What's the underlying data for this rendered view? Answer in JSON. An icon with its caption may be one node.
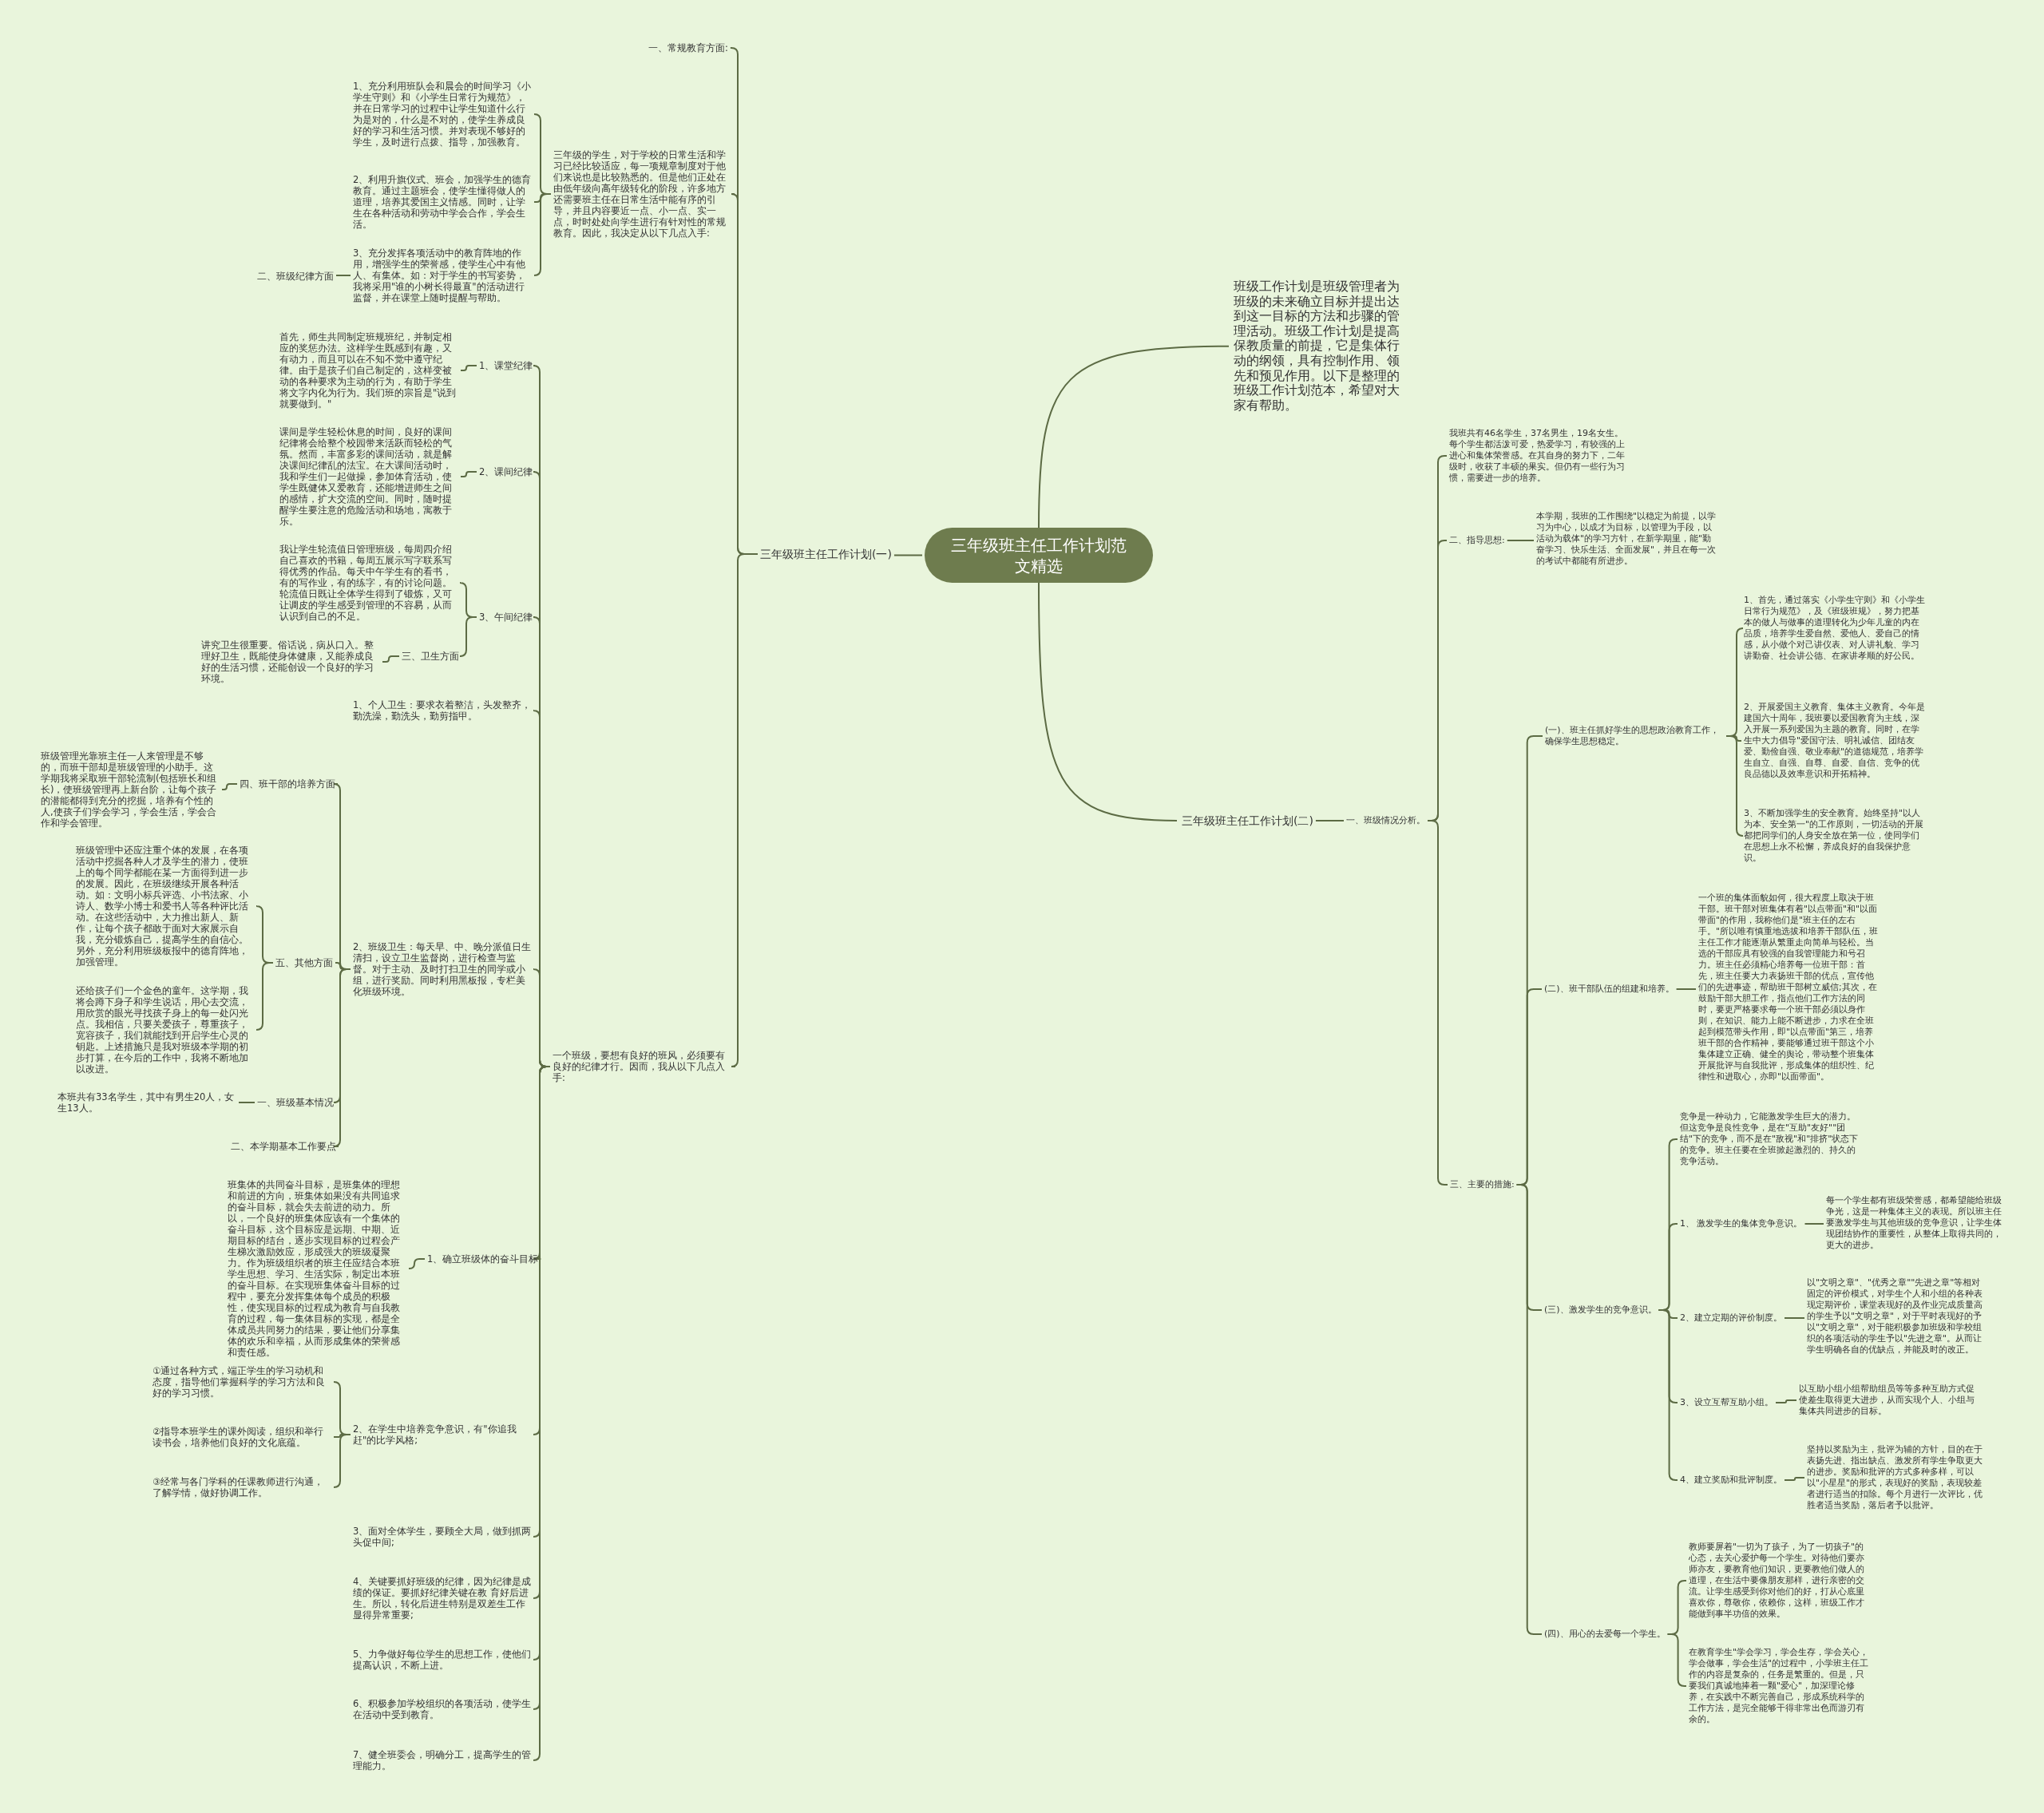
{
  "diagram": {
    "nodes": [
      {
        "text": [
          "三年级班主任工作计划范文精选"
        ]
      },
      {
        "text": [
          "三年级班主任工作计划(一)"
        ]
      },
      {
        "text": [
          "一、常规教育方面:"
        ]
      },
      {
        "text": [
          "三年级的学生，对于学校的日常生活和学习已经比较适应，每一项规章制度对于他们来说也是比较熟悉的。但是他们正处在由低年级向高年级转化的阶段，许多地方还需要班主任在日常生活中能有序的引导，并且内容要近一点、小一点、实一点，时时处处向学生进行有针对性的常规教育。因此，我决定从以下几点入手:"
        ]
      },
      {
        "text": [
          "1、充分利用班队会和晨会的时间学习《小学生守则》和《小学生日常行为规范》，并在日常学习的过程中让学生知道什么行为是对的，什么是不对的，使学生养成良好的学习和生活习惯。并对表现不够好的学生，及时进行点拨、指导，加强教育。"
        ]
      },
      {
        "text": [
          "2、利用升旗仪式、班会，加强学生的德育教育。通过主题班会，使学生懂得做人的道理，培养其爱国主义情感。同时，让学生在各种活动和劳动中学会合作，学会生活。"
        ]
      },
      {
        "text": [
          "3、充分发挥各项活动中的教育阵地的作用，增强学生的荣誉感，使学生心中有他人、有集体。如：对于学生的书写姿势，我将采用\"谁的小树长得最直\"的活动进行监督，并在课堂上随时提醒与帮助。"
        ]
      },
      {
        "text": [
          "二、班级纪律方面"
        ]
      },
      {
        "text": [
          "一个班级，要想有良好的班风，必须要有良好的纪律才行。因而，我从以下几点入手:"
        ]
      },
      {
        "text": [
          "1、课堂纪律"
        ]
      },
      {
        "text": [
          "首先，师生共同制定班规班纪，并制定相应的奖惩办法。这样学生既感到有趣，又有动力，而且可以在不知不觉中遵守纪律。由于是孩子们自己制定的，这样变被动的各种要求为主动的行为，有助于学生将文字内化为行为。我们班的宗旨是\"说到就要做到。\""
        ]
      },
      {
        "text": [
          "2、课间纪律"
        ]
      },
      {
        "text": [
          "课间是学生轻松休息的时间，良好的课间纪律将会给整个校园带来活跃而轻松的气氛。然而，丰富多彩的课间活动，就是解决课间纪律乱的法宝。在大课间活动时，我和学生们一起做操，参加体育活动，使学生既健体又爱教育，还能增进师生之间的感情，扩大交流的空间。同时，随时提醒学生要注意的危险活动和场地，寓教于乐。"
        ]
      },
      {
        "text": [
          "3、午间纪律"
        ]
      },
      {
        "text": [
          "我让学生轮流值日管理班级，每周四介绍自己喜欢的书籍，每周五展示写字联系写得优秀的作品。每天中午学生有的看书，有的写作业，有的练字，有的讨论问题。轮流值日既让全体学生得到了锻炼，又可让调皮的学生感受到管理的不容易，从而认识到自己的不足。"
        ]
      },
      {
        "text": [
          "三、卫生方面"
        ]
      },
      {
        "text": [
          "讲究卫生很重要。俗话说，病从口入。整理好卫生，既能使身体健康，又能养成良好的生活习惯，还能创设一个良好的学习环境。"
        ]
      },
      {
        "text": [
          "1、个人卫生：要求衣着整洁，头发整齐，勤洗澡，勤洗头，勤剪指甲。"
        ]
      },
      {
        "text": [
          "2、班级卫生：每天早、中、晚分派值日生清扫，设立卫生监督岗，进行检查与监督。对于主动、及时打扫卫生的同学或小组，进行奖励。同时利用黑板报，专栏美化班级环境。"
        ]
      },
      {
        "text": [
          "四、班干部的培养方面"
        ]
      },
      {
        "text": [
          "班级管理光靠班主任一人来管理是不够的，而班干部却是班级管理的小助手。这学期我将采取班干部轮流制(包括班长和组长)，使班级管理再上新台阶，让每个孩子的潜能都得到充分的挖掘，培养有个性的人,使孩子们学会学习，学会生活，学会合作和学会管理。"
        ]
      },
      {
        "text": [
          "五、其他方面"
        ]
      },
      {
        "text": [
          "班级管理中还应注重个体的发展，在各项活动中挖掘各种人才及学生的潜力，使班上的每个同学都能在某一方面得到进一步的发展。因此，在班级继续开展各种活动。如：文明小标兵评选、小书法家、小诗人、数学小博士和爱书人等各种评比活动。在这些活动中，大力推出新人、新作，让每个孩子都敢于面对大家展示自我，充分锻炼自己，提高学生的自信心。另外，充分利用班级板报中的德育阵地，加强管理。"
        ]
      },
      {
        "text": [
          "还给孩子们一个金色的童年。这学期，我将会蹲下身子和学生说话，用心去交流，用欣赏的眼光寻找孩子身上的每一处闪光点。我相信，只要关爱孩子，尊重孩子，宽容孩子，我们就能找到开启学生心灵的钥匙。上述措施只是我对班级本学期的初步打算，在今后的工作中，我将不断地加以改进。"
        ]
      },
      {
        "text": [
          "一、班级基本情况"
        ]
      },
      {
        "text": [
          "本班共有33名学生，其中有男生20人，女生13人。"
        ]
      },
      {
        "text": [
          "二、本学期基本工作要点"
        ]
      },
      {
        "text": [
          "1、确立班级体的奋斗目标"
        ]
      },
      {
        "text": [
          "班集体的共同奋斗目标，是班集体的理想和前进的方向，班集体如果没有共同追求的奋斗目标，就会失去前进的动力。所以，一个良好的班集体应该有一个集体的奋斗目标，这个目标应是远期、中期、近期目标的结台，逐步实现目标的过程会产生梯次激励效应，形成强大的班级凝聚力。作为班级组织者的班主任应结合本班学生思想、学习、生活实际，制定出本班的奋斗目标。在实现班集体奋斗目标的过程中，要充分发挥集体每个成员的积极性，使实现目标的过程成为教育与自我教育的过程，每一集体目标的实现，都是全体成员共同努力的结果，要让他们分享集体的欢乐和幸福，从而形成集体的荣誉感和责任感。"
        ]
      },
      {
        "text": [
          "2、在学生中培养竞争意识，有\"你追我赶\"的比学风格;"
        ]
      },
      {
        "text": [
          "①通过各种方式，端正学生的学习动机和态度，指导他们掌握科学的学习方法和良好的学习习惯。"
        ]
      },
      {
        "text": [
          "②指导本班学生的课外阅读，组织和举行读书会，培养他们良好的文化底蕴。"
        ]
      },
      {
        "text": [
          "③经常与各门学科的任课教师进行沟通，了解学情，做好协调工作。"
        ]
      },
      {
        "text": [
          "3、面对全体学生，要顾全大局，做到抓两头促中间;"
        ]
      },
      {
        "text": [
          "4、关键要抓好班级的纪律，因为纪律是成绩的保证。要抓好纪律关键在教 育好后进生。所以，转化后进生特别是双差生工作显得异常重要;"
        ]
      },
      {
        "text": [
          "5、力争做好每位学生的思想工作，使他们提高认识，不断上进。"
        ]
      },
      {
        "text": [
          "6、积极参加学校组织的各项活动，使学生在活动中受到教育。"
        ]
      },
      {
        "text": [
          "7、健全班委会，明确分工，提高学生的管理能力。"
        ]
      },
      {
        "text": [
          "班级工作计划是班级管理者为班级的未来确立目标并提出达到这一目标的方法和步骤的管理活动。班级工作计划是提高保教质量的前提，它是集体行动的纲领，具有控制作用、领先和预见作用。以下是整理的班级工作计划范本，希望对大家有帮助。"
        ]
      },
      {
        "text": [
          "三年级班主任工作计划(二)"
        ]
      },
      {
        "text": [
          "一、班级情况分析。"
        ]
      },
      {
        "text": [
          "我班共有46名学生，37名男生，19名女生。每个学生都活泼可爱，热爱学习，有较强的上进心和集体荣誉感。在其自身的努力下，二年级时，收获了丰硕的果实。但仍有一些行为习惯，需要进一步的培养。"
        ]
      },
      {
        "text": [
          "二、指导思想:"
        ]
      },
      {
        "text": [
          "本学期，我班的工作围绕\"以稳定为前提，以学习为中心，以成才为目标，以管理为手段，以活动为载体\"的学习方针，在新学期里，能\"勤奋学习、快乐生活、全面发展\"，并且在每一次的考试中都能有所进步。"
        ]
      },
      {
        "text": [
          "三、主要的措施:"
        ]
      },
      {
        "text": [
          "(一)、班主任抓好学生的思想政治教育工作，确保学生思想稳定。"
        ]
      },
      {
        "text": [
          "1、首先，通过落实《小学生守则》和《小学生日常行为规范》，及《班级班规》，努力把基本的做人与做事的道理转化为少年儿童的内在品质，培养学生爱自然、爱他人、爱自己的情感，从小做个对己讲仪表、对人讲礼貌、学习讲勤奋、社会讲公德、在家讲孝顺的好公民。"
        ]
      },
      {
        "text": [
          "2、开展爱国主义教育、集体主义教育。今年是建国六十周年，我班要以爱国教育为主线，深入开展一系列爱国为主题的教育。同时，在学生中大力倡导\"爱国守法、明礼诚信、团结友爱、勤俭自强、敬业奉献\"的道德规范，培养学生自立、自强、自尊、自爱、自信、竞争的优良品德以及效率意识和开拓精神。"
        ]
      },
      {
        "text": [
          "3、不断加强学生的安全教育。始终坚持\"以人为本、安全第一\"的工作原则，一切活动的开展都把同学们的人身安全放在第一位，使同学们在思想上永不松懈，养成良好的自我保护意识。"
        ]
      },
      {
        "text": [
          "(二)、班干部队伍的组建和培养。"
        ]
      },
      {
        "text": [
          "一个班的集体面貌如何，很大程度上取决于班干部。班干部对班集体有着\"以点带面\"和\"以面带面\"的作用，我称他们是\"班主任的左右手。\"所以唯有慎重地选拔和培养干部队伍，班主任工作才能逐渐从繁重走向简单与轻松。当选的干部应具有较强的自我管理能力和号召力。班主任必须精心培养每一位班干部：首先，班主任要大力表扬班干部的优点，宣传他们的先进事迹，帮助班干部树立威信;其次，在鼓励干部大胆工作，指点他们工作方法的同时，要更严格要求每一个班干部必须以身作则，在知识、能力上能不断进步，力求在全班起到模范带头作用，即\"以点带面\"第三，培养班干部的合作精神，要能够通过班干部这个小集体建立正确、健全的舆论，带动整个班集体开展批评与自我批评，形成集体的组织性、纪律性和进取心，亦即\"以面带面\"。"
        ]
      },
      {
        "text": [
          "(三)、激发学生的竞争意识。"
        ]
      },
      {
        "text": [
          "竞争是一种动力，它能激发学生巨大的潜力。但这竞争是良性竞争，是在\"互助\"友好\"\"团结\"下的竞争，而不是在\"敌视\"和\"排挤\"状态下的竞争。班主任要在全班掀起激烈的、持久的竞争活动。"
        ]
      },
      {
        "text": [
          "1、 激发学生的集体竞争意识。"
        ]
      },
      {
        "text": [
          "每一个学生都有班级荣誉感，都希望能给班级争光，这是一种集体主义的表现。所以班主任要激发学生与其他班级的竞争意识，让学生体现团结协作的重要性，从整体上取得共同的，更大的进步。"
        ]
      },
      {
        "text": [
          "2、建立定期的评价制度。"
        ]
      },
      {
        "text": [
          "以\"文明之章\"、\"优秀之章\"\"先进之章\"等相对固定的评价模式，对学生个人和小组的各种表现定期评价，课堂表现好的及作业完成质量高的学生予以\"文明之章\"，对于平时表现好的予以\"文明之章\"，对于能积极参加班级和学校组织的各项活动的学生予以\"先进之章\"。从而让学生明确各自的优缺点，并能及时的改正。"
        ]
      },
      {
        "text": [
          "3、设立互帮互助小组。"
        ]
      },
      {
        "text": [
          "以互助小组小组帮助组员等等多种互助方式促使差生取得更大进步，从而实现个人、小组与集体共同进步的目标。"
        ]
      },
      {
        "text": [
          "4、建立奖励和批评制度。"
        ]
      },
      {
        "text": [
          "坚持以奖励为主，批评为辅的方针，目的在于表扬先进、指出缺点、激发所有学生争取更大的进步。奖励和批评的方式多种多样，可以以\"小星星\"的形式，表现好的奖励，表现较差者进行适当的扣除。每个月进行一次评比，优胜者适当奖励，落后者予以批评。"
        ]
      },
      {
        "text": [
          "(四)、用心的去爱每一个学生。"
        ]
      },
      {
        "text": [
          "教师要屏着\"一切为了孩子，为了一切孩子\"的心态，去关心爱护每一个学生。对待他们要亦师亦友，要教育他们知识，更要教他们做人的道理，在生活中要像朋友那样，进行亲密的交流。让学生感受到你对他们的好，打从心底里喜欢你，尊敬你，依赖你，这样，班级工作才能做到事半功倍的效果。"
        ]
      },
      {
        "text": [
          "在教育学生\"学会学习，学会生存，学会关心，学会做事，学会生活\"的过程中，小学班主任工作的内容是复杂的，任务是繁重的。但是，只要我们真诚地捧着一颗\"爱心\"，加深理论修养，在实践中不断完善自己，形成系统科学的工作方法，是完全能够干得非常出色而游刃有余的。"
        ]
      }
    ],
    "edges": [
      {
        "from": 0,
        "to": 1,
        "arrow": "none"
      },
      {
        "from": 1,
        "to": 2,
        "arrow": "none"
      },
      {
        "from": 1,
        "to": 3,
        "arrow": "none"
      },
      {
        "from": 3,
        "to": 4,
        "arrow": "none"
      },
      {
        "from": 3,
        "to": 5,
        "arrow": "none"
      },
      {
        "from": 3,
        "to": 6,
        "arrow": "none"
      },
      {
        "from": 6,
        "to": 7,
        "arrow": "none"
      },
      {
        "from": 1,
        "to": 8,
        "arrow": "none"
      },
      {
        "from": 8,
        "to": 9,
        "arrow": "none"
      },
      {
        "from": 9,
        "to": 10,
        "arrow": "none"
      },
      {
        "from": 8,
        "to": 11,
        "arrow": "none"
      },
      {
        "from": 11,
        "to": 12,
        "arrow": "none"
      },
      {
        "from": 8,
        "to": 13,
        "arrow": "none"
      },
      {
        "from": 13,
        "to": 14,
        "arrow": "none"
      },
      {
        "from": 13,
        "to": 15,
        "arrow": "none"
      },
      {
        "from": 15,
        "to": 16,
        "arrow": "none"
      },
      {
        "from": 8,
        "to": 17,
        "arrow": "none"
      },
      {
        "from": 8,
        "to": 18,
        "arrow": "none"
      },
      {
        "from": 18,
        "to": 19,
        "arrow": "none"
      },
      {
        "from": 19,
        "to": 20,
        "arrow": "none"
      },
      {
        "from": 18,
        "to": 21,
        "arrow": "none"
      },
      {
        "from": 21,
        "to": 22,
        "arrow": "none"
      },
      {
        "from": 21,
        "to": 23,
        "arrow": "none"
      },
      {
        "from": 18,
        "to": 24,
        "arrow": "none"
      },
      {
        "from": 24,
        "to": 25,
        "arrow": "none"
      },
      {
        "from": 18,
        "to": 26,
        "arrow": "none"
      },
      {
        "from": 8,
        "to": 27,
        "arrow": "none"
      },
      {
        "from": 27,
        "to": 28,
        "arrow": "none"
      },
      {
        "from": 8,
        "to": 29,
        "arrow": "none"
      },
      {
        "from": 29,
        "to": 30,
        "arrow": "none"
      },
      {
        "from": 29,
        "to": 31,
        "arrow": "none"
      },
      {
        "from": 29,
        "to": 32,
        "arrow": "none"
      },
      {
        "from": 8,
        "to": 33,
        "arrow": "none"
      },
      {
        "from": 8,
        "to": 34,
        "arrow": "none"
      },
      {
        "from": 8,
        "to": 35,
        "arrow": "none"
      },
      {
        "from": 8,
        "to": 36,
        "arrow": "none"
      },
      {
        "from": 8,
        "to": 37,
        "arrow": "none"
      },
      {
        "from": 0,
        "to": 38,
        "arrow": "none"
      },
      {
        "from": 0,
        "to": 39,
        "arrow": "none"
      },
      {
        "from": 39,
        "to": 40,
        "arrow": "none"
      },
      {
        "from": 40,
        "to": 41,
        "arrow": "none"
      },
      {
        "from": 40,
        "to": 42,
        "arrow": "none"
      },
      {
        "from": 42,
        "to": 43,
        "arrow": "none"
      },
      {
        "from": 40,
        "to": 44,
        "arrow": "none"
      },
      {
        "from": 44,
        "to": 45,
        "arrow": "none"
      },
      {
        "from": 45,
        "to": 46,
        "arrow": "none"
      },
      {
        "from": 45,
        "to": 47,
        "arrow": "none"
      },
      {
        "from": 45,
        "to": 48,
        "arrow": "none"
      },
      {
        "from": 44,
        "to": 49,
        "arrow": "none"
      },
      {
        "from": 49,
        "to": 50,
        "arrow": "none"
      },
      {
        "from": 44,
        "to": 51,
        "arrow": "none"
      },
      {
        "from": 51,
        "to": 52,
        "arrow": "none"
      },
      {
        "from": 51,
        "to": 53,
        "arrow": "none"
      },
      {
        "from": 53,
        "to": 54,
        "arrow": "none"
      },
      {
        "from": 51,
        "to": 55,
        "arrow": "none"
      },
      {
        "from": 55,
        "to": 56,
        "arrow": "none"
      },
      {
        "from": 51,
        "to": 57,
        "arrow": "none"
      },
      {
        "from": 57,
        "to": 58,
        "arrow": "none"
      },
      {
        "from": 51,
        "to": 59,
        "arrow": "none"
      },
      {
        "from": 59,
        "to": 60,
        "arrow": "none"
      },
      {
        "from": 44,
        "to": 61,
        "arrow": "none"
      },
      {
        "from": 61,
        "to": 62,
        "arrow": "none"
      },
      {
        "from": 61,
        "to": 63,
        "arrow": "none"
      }
    ]
  }
}
